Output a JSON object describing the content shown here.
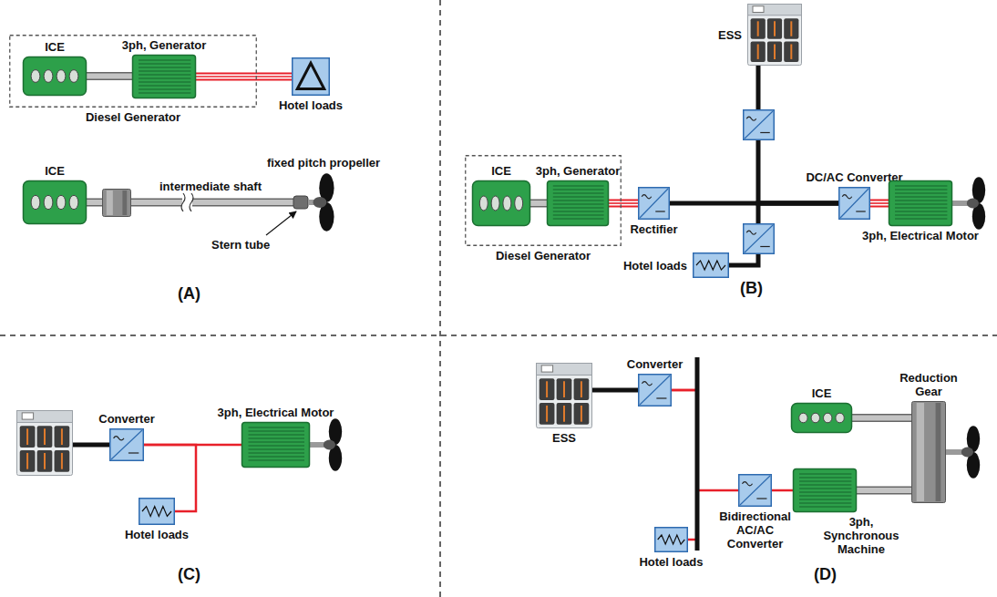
{
  "diagram": {
    "nodes": [
      {
        "text": [
          "Diesel Generator"
        ]
      },
      {
        "text": [
          "ICE"
        ],
        "in": 0
      },
      {
        "text": [
          "3ph, Generator"
        ],
        "in": 0
      },
      {
        "text": [
          "Hotel loads"
        ]
      },
      {
        "text": [
          "ICE"
        ]
      },
      {
        "text": [
          "fixed pitch propeller"
        ]
      },
      {
        "text": [
          "ESS"
        ]
      },
      {
        "text": [
          "Diesel Generator"
        ]
      },
      {
        "text": [
          "ICE"
        ],
        "in": 7
      },
      {
        "text": [
          "3ph, Generator"
        ],
        "in": 7
      },
      {
        "text": [
          "Rectifier"
        ]
      },
      {
        "text": [
          "DC/AC Converter"
        ]
      },
      {
        "text": [
          "3ph, Electrical Motor"
        ]
      },
      {
        "text": [
          "Hotel loads"
        ]
      },
      {
        "text": [
          "Converter"
        ]
      },
      {
        "text": [
          "Hotel loads"
        ]
      },
      {
        "text": [
          "3ph, Electrical Motor"
        ]
      },
      {
        "text": [
          "ESS"
        ]
      },
      {
        "text": [
          "Converter"
        ]
      },
      {
        "text": [
          "ICE"
        ]
      },
      {
        "text": [
          "Reduction Gear"
        ]
      },
      {
        "text": [
          "Bidirectional AC/AC Converter"
        ]
      },
      {
        "text": [
          "3ph, Synchronous Machine"
        ]
      },
      {
        "text": [
          "Hotel loads"
        ]
      }
    ],
    "edges": [
      {
        "from": 1,
        "to": 2,
        "arrow": "none"
      },
      {
        "from": 2,
        "to": 3,
        "arrow": "none"
      },
      {
        "from": 4,
        "to": 5,
        "arrow": "none"
      },
      {
        "from": 8,
        "to": 9,
        "arrow": "none"
      },
      {
        "from": 9,
        "to": 10,
        "arrow": "none"
      },
      {
        "from": 10,
        "to": 11,
        "arrow": "none"
      },
      {
        "from": 6,
        "to": 11,
        "arrow": "none"
      },
      {
        "from": 13,
        "to": 11,
        "arrow": "none"
      },
      {
        "from": 11,
        "to": 12,
        "arrow": "none"
      },
      {
        "from": 14,
        "to": 16,
        "arrow": "none"
      },
      {
        "from": 14,
        "to": 15,
        "arrow": "none"
      },
      {
        "from": 17,
        "to": 18,
        "arrow": "none"
      },
      {
        "from": 18,
        "to": 21,
        "arrow": "none"
      },
      {
        "from": 18,
        "to": 23,
        "arrow": "none"
      },
      {
        "from": 21,
        "to": 22,
        "arrow": "none"
      },
      {
        "from": 19,
        "to": 20,
        "arrow": "none"
      },
      {
        "from": 22,
        "to": 20,
        "arrow": "none"
      }
    ],
    "labels": [
      "intermediate shaft",
      "Stern tube",
      "(A)",
      "(B)",
      "(C)",
      "(D)"
    ]
  }
}
